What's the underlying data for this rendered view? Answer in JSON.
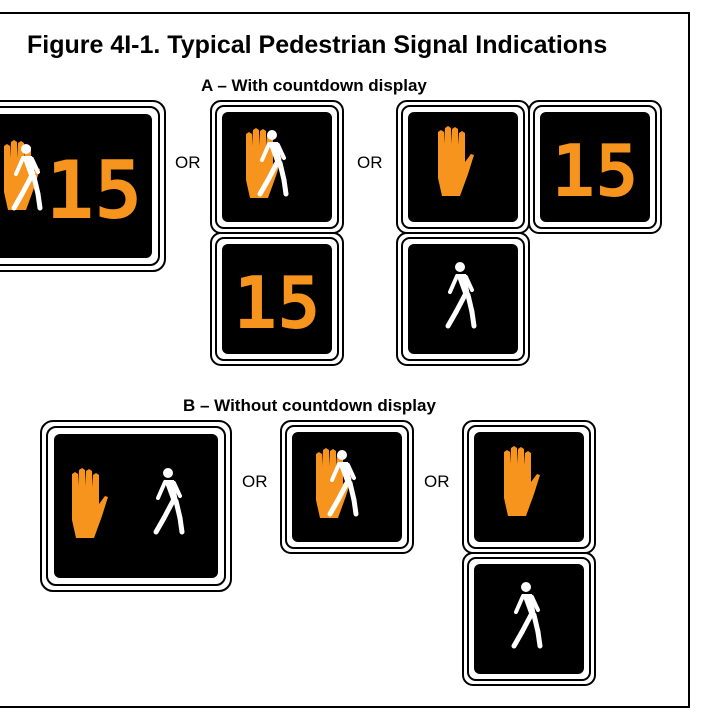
{
  "figure": {
    "title": "Figure 4I-1.  Typical Pedestrian Signal Indications"
  },
  "section_a": {
    "label": "A – With countdown display",
    "or_1": "OR",
    "or_2": "OR",
    "countdown_value": "15"
  },
  "section_b": {
    "label": "B – Without countdown display",
    "or_1": "OR",
    "or_2": "OR"
  },
  "colors": {
    "hand_orange": "#F7941D",
    "countdown_orange": "#F7941D",
    "walk_white": "#FFFFFF",
    "lens_black": "#000000"
  }
}
